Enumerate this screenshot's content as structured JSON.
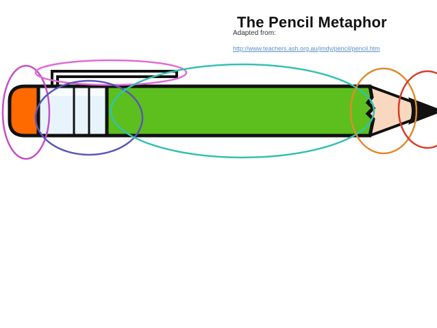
{
  "slide": {
    "title": "The Pencil Metaphor",
    "adapted_label": "Adapted from:",
    "source_url": "http://www.teachers.ash.org.au/jmdy/pencil/pencil.htm"
  },
  "pencil": {
    "parts": [
      "eraser",
      "ferrule",
      "clip",
      "barrel",
      "wood-cone",
      "graphite-tip"
    ],
    "colors": {
      "eraser": "#ff6a00",
      "ferrule": "#e8f4fc",
      "barrel": "#5cbf1e",
      "wood": "#f8d9bf",
      "graphite": "#111111",
      "outline": "#111111"
    }
  },
  "highlight_ovals": [
    {
      "target": "eraser",
      "color": "#c44fc4"
    },
    {
      "target": "clip",
      "color": "#e06ad6"
    },
    {
      "target": "ferrule",
      "color": "#5a55b8"
    },
    {
      "target": "barrel",
      "color": "#34c1b0"
    },
    {
      "target": "wood-cone",
      "color": "#e08a2c"
    },
    {
      "target": "graphite-tip",
      "color": "#d83a2a"
    }
  ]
}
